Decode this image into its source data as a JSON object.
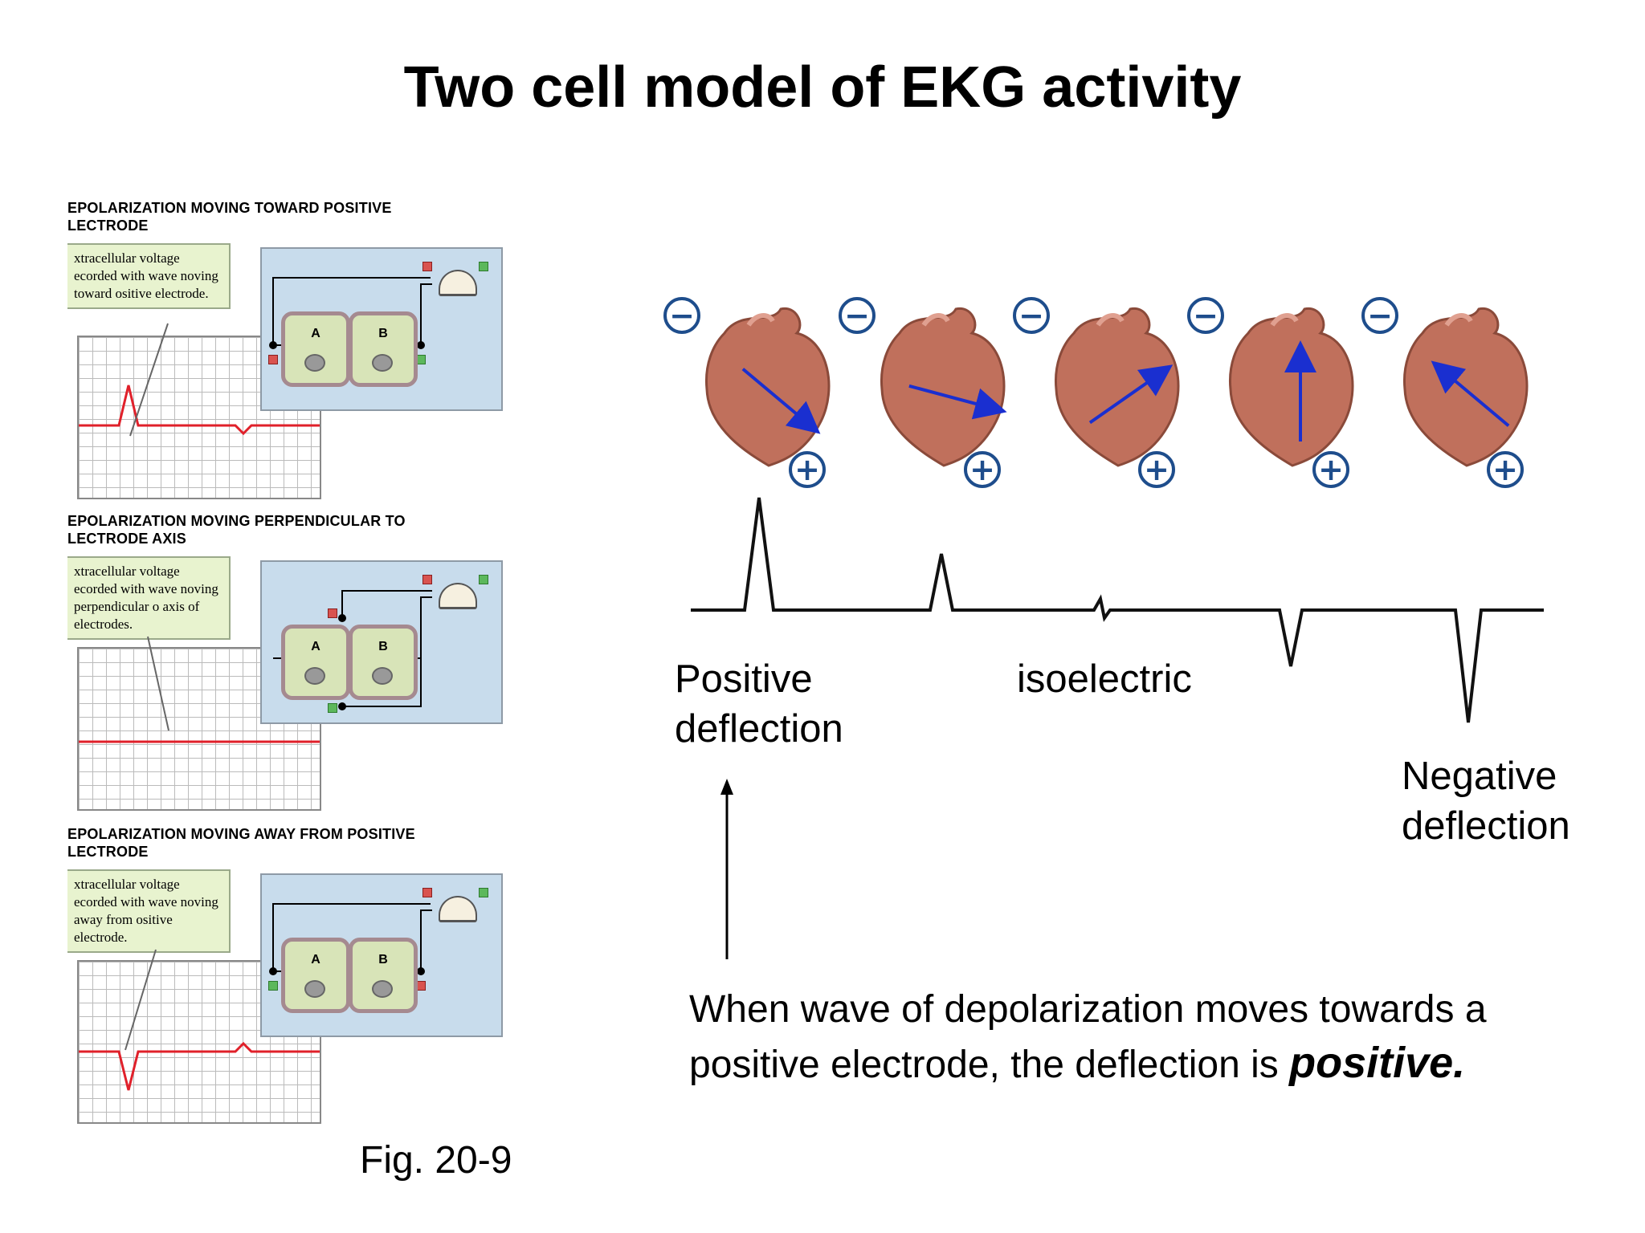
{
  "title": "Two cell model of EKG activity",
  "panels": [
    {
      "heading_line1": "EPOLARIZATION MOVING TOWARD POSITIVE",
      "heading_line2": "LECTRODE",
      "callout": "xtracellular voltage ecorded with wave noving toward ositive electrode.",
      "cell_a": "A",
      "cell_b": "B"
    },
    {
      "heading_line1": "EPOLARIZATION MOVING PERPENDICULAR TO",
      "heading_line2": "LECTRODE AXIS",
      "callout": "xtracellular voltage ecorded with wave noving perpendicular o axis of electrodes.",
      "cell_a": "A",
      "cell_b": "B"
    },
    {
      "heading_line1": "EPOLARIZATION MOVING AWAY FROM POSITIVE",
      "heading_line2": "LECTRODE",
      "callout": "xtracellular voltage ecorded with wave noving away from ositive electrode.",
      "cell_a": "A",
      "cell_b": "B"
    }
  ],
  "figure_label": "Fig. 20-9",
  "hearts": {
    "count": 5,
    "negative_symbol": "−",
    "positive_symbol": "+",
    "vector_direction_degrees": [
      40,
      15,
      -35,
      -90,
      -140
    ],
    "deflection_amplitudes": [
      1.0,
      0.5,
      0.15,
      -0.5,
      -1.0
    ]
  },
  "labels": {
    "positive_line1": "Positive",
    "positive_line2": "deflection",
    "isoelectric": "isoelectric",
    "negative_line1": "Negative",
    "negative_line2": "deflection"
  },
  "caption": {
    "line1": "When wave of depolarization moves towards a",
    "line2_plain": "positive electrode, the deflection is ",
    "line2_emphasis": "positive."
  },
  "colors": {
    "trace_red": "#e0202a",
    "vector_blue": "#1a2fd0",
    "electrode_blue": "#1e4d8c",
    "heart": "#c0705c"
  }
}
